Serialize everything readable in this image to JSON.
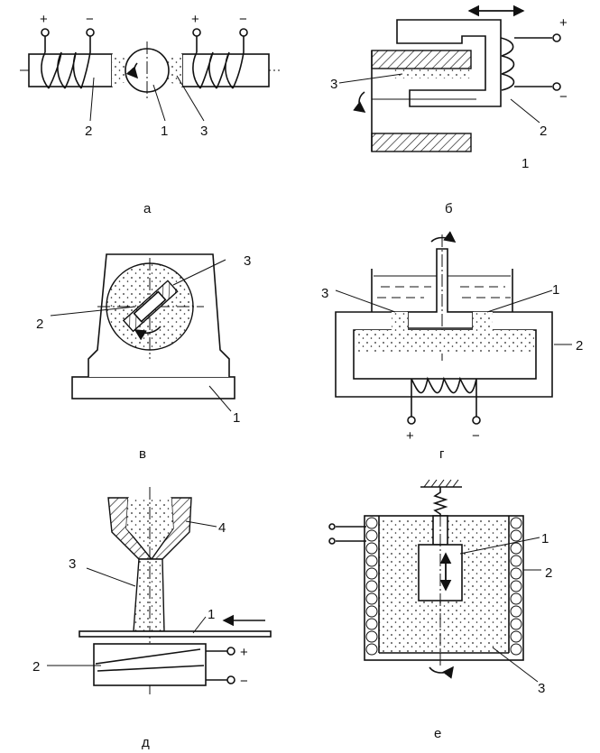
{
  "figures": [
    {
      "caption": "а",
      "labels": [
        "+",
        "−",
        "+",
        "−",
        "2",
        "1",
        "3"
      ]
    },
    {
      "caption": "б",
      "labels": [
        "3",
        "+",
        "−",
        "2",
        "1"
      ]
    },
    {
      "caption": "в",
      "labels": [
        "3",
        "2",
        "1"
      ]
    },
    {
      "caption": "г",
      "labels": [
        "3",
        "1",
        "2",
        "+",
        "−"
      ]
    },
    {
      "caption": "д",
      "labels": [
        "4",
        "3",
        "1",
        "2",
        "+",
        "−"
      ]
    },
    {
      "caption": "е",
      "labels": [
        "1",
        "2",
        "3"
      ]
    }
  ]
}
